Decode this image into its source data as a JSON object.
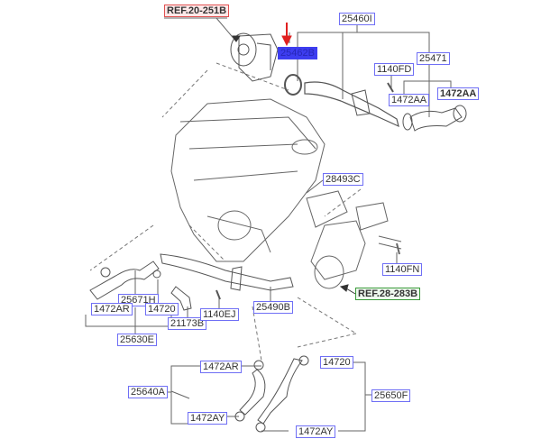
{
  "diagram": {
    "refs": {
      "turbo": "REF.20-251B",
      "thermostat": "REF.28-283B"
    },
    "highlighted_part": "25462B",
    "parts": {
      "p25460I": "25460I",
      "p25471": "25471",
      "p1140FD": "1140FD",
      "p1472AA_a": "1472AA",
      "p1472AA_b": "1472AA",
      "p28493C": "28493C",
      "p1140FN": "1140FN",
      "p25671H": "25671H",
      "p1472AR_a": "1472AR",
      "p14720_a": "14720",
      "p21173B": "21173B",
      "p1140EJ": "1140EJ",
      "p25490B": "25490B",
      "p25630E": "25630E",
      "p1472AR_b": "1472AR",
      "p14720_b": "14720",
      "p25640A": "25640A",
      "p25650F": "25650F",
      "p1472AY_a": "1472AY",
      "p1472AY_b": "1472AY"
    },
    "colors": {
      "arrow": "#e02020",
      "label_border": "#6f6ff5",
      "ref_red": "#e05050",
      "ref_green": "#3a9a3a",
      "highlight": "#3d3df0"
    }
  }
}
